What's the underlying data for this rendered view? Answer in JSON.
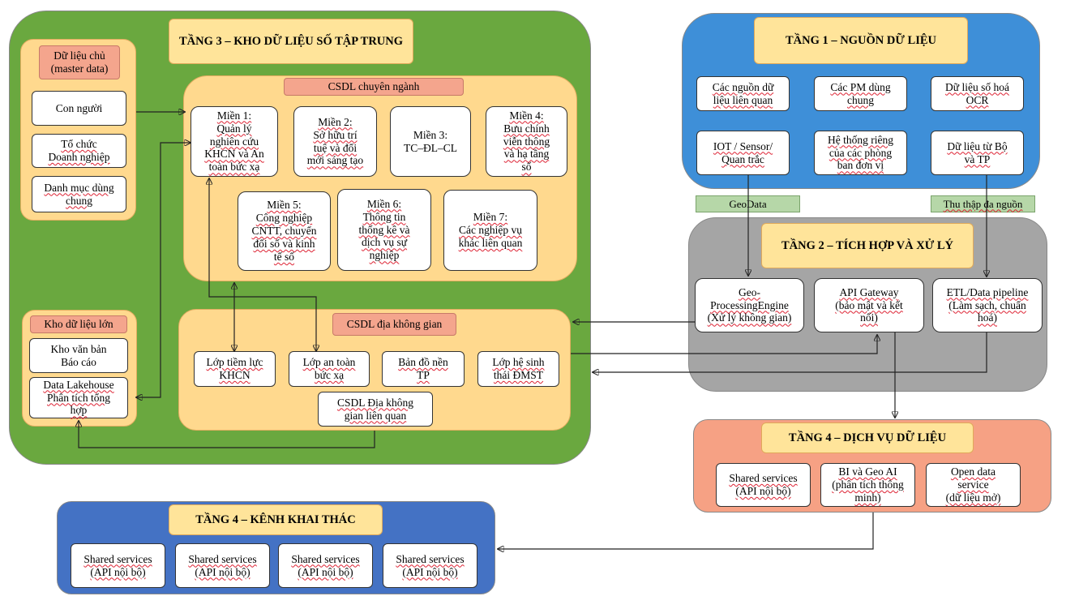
{
  "colors": {
    "tang3_bg": "#6aa83f",
    "tang1_bg": "#3e8fd8",
    "tang2_bg": "#a5a5a5",
    "tang4dv_bg": "#f6a184",
    "tang4kt_bg": "#4472c4",
    "title_fill": "#ffe49a",
    "tag_fill": "#f4a58d",
    "inner_fill": "#ffd98e"
  },
  "tang3": {
    "title": "TẦNG 3 – KHO DỮ LIỆU SỐ TẬP TRUNG",
    "master": {
      "title": "Dữ liệu chủ\n(master data)",
      "items": [
        "Con người",
        "Tổ chức\nDoanh nghiệp",
        "Danh mục dùng\nchung"
      ]
    },
    "bigdata": {
      "title": "Kho dữ liệu lớn",
      "items": [
        "Kho văn bản\nBáo cáo",
        "Data Lakehouse\nPhân tích tổng\nhợp"
      ]
    },
    "chuyennganh": {
      "title": "CSDL chuyên ngành",
      "domains": [
        "Miền 1:\nQuản lý\nnghiên cứu\nKHCN và An\ntoàn bức xạ",
        "Miền 2:\nSở hữu trí\ntuệ và đổi\nmới sáng tạo",
        "Miền 3:\nTC–ĐL–CL",
        "Miền 4:\nBưu chính\nviễn thông\nvà hạ tầng\nsố",
        "Miền 5:\nCông nghiệp\nCNTT, chuyển\nđổi số và kinh\ntế số",
        "Miền 6:\nThông tin\nthống kê và\ndịch vụ sự\nnghiệp",
        "Miền 7:\nCác nghiệp vụ\nkhác liên quan"
      ]
    },
    "diakhonggian": {
      "title": "CSDL địa không gian",
      "layers": [
        "Lớp tiềm lực\nKHCN",
        "Lớp an toàn\nbức xạ",
        "Bản đồ nền\nTP",
        "Lớp hệ sinh\nthái ĐMST",
        "CSDL Địa không\ngian liên quan"
      ]
    }
  },
  "tang1": {
    "title": "TẦNG 1 – NGUỒN DỮ LIỆU",
    "items": [
      "Các nguồn dữ\nliệu liên quan",
      "Các PM dùng\nchung",
      "Dữ liệu số hoá\nOCR",
      "IOT / Sensor/\nQuan trắc",
      "Hệ thống riêng\ncủa các phòng\nban đơn vị",
      "Dữ liệu từ Bộ\nvà TP"
    ]
  },
  "labels": {
    "geodata": "GeoData",
    "thuthap": "Thu thập đa nguồn"
  },
  "tang2": {
    "title": "TẦNG 2 – TÍCH HỢP VÀ XỬ LÝ",
    "items": [
      "Geo-\nProcessingEngine\n(Xử lý không gian)",
      "API Gateway\n(bảo mật và kết\nnối)",
      "ETL/Data pipeline\n(Làm sạch, chuẩn\nhoá)"
    ]
  },
  "tang4dv": {
    "title": "TẦNG 4 – DỊCH VỤ DỮ LIỆU",
    "items": [
      "Shared services\n(API nội bộ)",
      "BI và Geo AI\n(phân tích thông\nminh)",
      "Open data\nservice\n(dữ liệu mở)"
    ]
  },
  "tang4kt": {
    "title": "TẦNG 4 – KÊNH KHAI THÁC",
    "items": [
      "Shared services\n(API nội bộ)",
      "Shared services\n(API nội bộ)",
      "Shared services\n(API nội bộ)",
      "Shared services\n(API nội bộ)"
    ]
  }
}
